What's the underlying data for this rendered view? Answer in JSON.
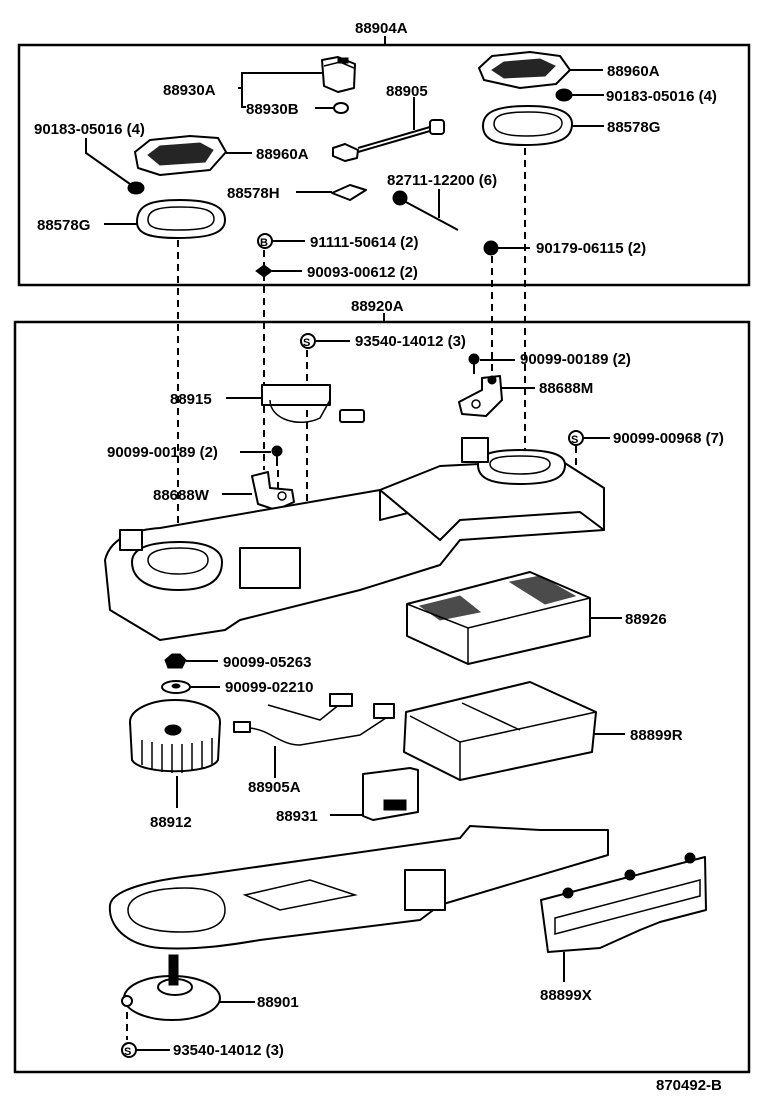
{
  "diagram": {
    "title": "Air conditioner unit exploded parts view",
    "figure_id": "870492-B",
    "assemblies": [
      {
        "id": "88904A",
        "label": "88904A",
        "name": "upper-assembly"
      },
      {
        "id": "88920A",
        "label": "88920A",
        "name": "lower-assembly"
      }
    ],
    "markers": {
      "bolt_symbol": "B",
      "screw_symbol": "S"
    },
    "parts": [
      {
        "key": "p88930A",
        "label": "88930A",
        "group": "88904A"
      },
      {
        "key": "p88930B",
        "label": "88930B",
        "group": "88904A"
      },
      {
        "key": "p88905",
        "label": "88905",
        "group": "88904A"
      },
      {
        "key": "p88960A_l",
        "label": "88960A",
        "group": "88904A"
      },
      {
        "key": "p88960A_r",
        "label": "88960A",
        "group": "88904A"
      },
      {
        "key": "p90183_l",
        "label": "90183-05016 (4)",
        "group": "88904A"
      },
      {
        "key": "p90183_r",
        "label": "90183-05016 (4)",
        "group": "88904A"
      },
      {
        "key": "p88578G_l",
        "label": "88578G",
        "group": "88904A"
      },
      {
        "key": "p88578G_r",
        "label": "88578G",
        "group": "88904A"
      },
      {
        "key": "p88578H",
        "label": "88578H",
        "group": "88904A"
      },
      {
        "key": "p82711",
        "label": "82711-12200 (6)",
        "group": "88904A"
      },
      {
        "key": "p91111",
        "label": "91111-50614 (2)",
        "group": "88904A"
      },
      {
        "key": "p90093",
        "label": "90093-00612 (2)",
        "group": "88904A"
      },
      {
        "key": "p90179",
        "label": "90179-06115 (2)",
        "group": "88904A"
      },
      {
        "key": "p93540_top",
        "label": "93540-14012 (3)",
        "group": "88920A"
      },
      {
        "key": "p90099_189_r",
        "label": "90099-00189 (2)",
        "group": "88920A"
      },
      {
        "key": "p88688M",
        "label": "88688M",
        "group": "88920A"
      },
      {
        "key": "p88915",
        "label": "88915",
        "group": "88920A"
      },
      {
        "key": "p90099_189_l",
        "label": "90099-00189 (2)",
        "group": "88920A"
      },
      {
        "key": "p90099_968",
        "label": "90099-00968 (7)",
        "group": "88920A"
      },
      {
        "key": "p88688W",
        "label": "88688W",
        "group": "88920A"
      },
      {
        "key": "p88926",
        "label": "88926",
        "group": "88920A"
      },
      {
        "key": "p90099_05263",
        "label": "90099-05263",
        "group": "88920A"
      },
      {
        "key": "p90099_02210",
        "label": "90099-02210",
        "group": "88920A"
      },
      {
        "key": "p88899R",
        "label": "88899R",
        "group": "88920A"
      },
      {
        "key": "p88905A",
        "label": "88905A",
        "group": "88920A"
      },
      {
        "key": "p88912",
        "label": "88912",
        "group": "88920A"
      },
      {
        "key": "p88931",
        "label": "88931",
        "group": "88920A"
      },
      {
        "key": "p88901",
        "label": "88901",
        "group": "88920A"
      },
      {
        "key": "p88899X",
        "label": "88899X",
        "group": "88920A"
      },
      {
        "key": "p93540_bot",
        "label": "93540-14012 (3)",
        "group": "88920A"
      }
    ]
  }
}
